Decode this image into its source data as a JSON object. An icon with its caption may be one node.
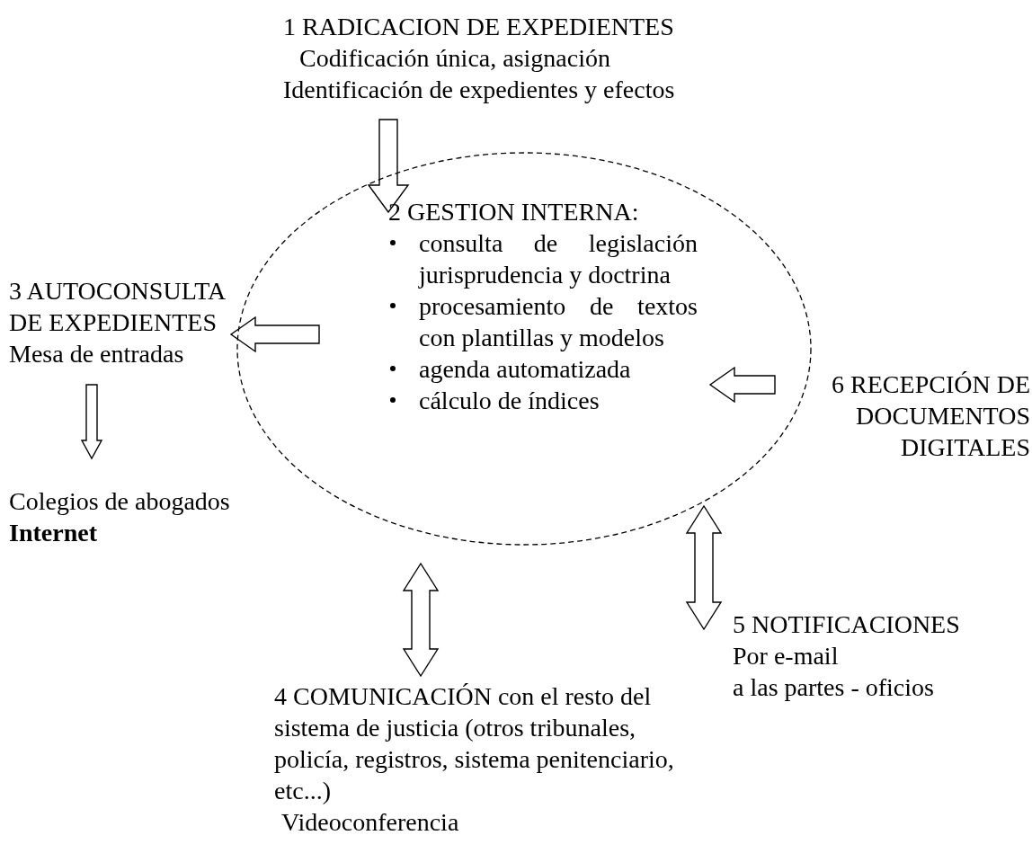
{
  "diagram": {
    "nodes": [
      {
        "text": [
          "1 RADICACION DE EXPEDIENTES",
          "Codificación única, asignación",
          "Identificación de expedientes y efectos"
        ]
      },
      {
        "text": [
          "2 GESTION INTERNA:",
          "consulta de legislación jurisprudencia y doctrina",
          "procesamiento de textos con plantillas y modelos",
          "agenda automatizada",
          "cálculo de índices"
        ]
      },
      {
        "text": [
          "3 AUTOCONSULTA DE EXPEDIENTES",
          "Mesa de entradas"
        ]
      },
      {
        "text": [
          "Colegios de abogados",
          "Internet"
        ]
      },
      {
        "text": [
          "4 COMUNICACIÓN con el resto del sistema de justicia (otros tribunales, policía, registros, sistema penitenciario, etc...)",
          "Videoconferencia"
        ]
      },
      {
        "text": [
          "5 NOTIFICACIONES",
          "Por e-mail",
          "a las partes - oficios"
        ]
      },
      {
        "text": [
          "6 RECEPCIÓN DE DOCUMENTOS DIGITALES"
        ]
      }
    ],
    "edges": [
      {
        "from": 0,
        "to": 1,
        "arrow": "to"
      },
      {
        "from": 1,
        "to": 2,
        "arrow": "to"
      },
      {
        "from": 2,
        "to": 3,
        "arrow": "to"
      },
      {
        "from": 1,
        "to": 4,
        "arrow": "both"
      },
      {
        "from": 1,
        "to": 5,
        "arrow": "both"
      },
      {
        "from": 6,
        "to": 1,
        "arrow": "to"
      }
    ]
  }
}
